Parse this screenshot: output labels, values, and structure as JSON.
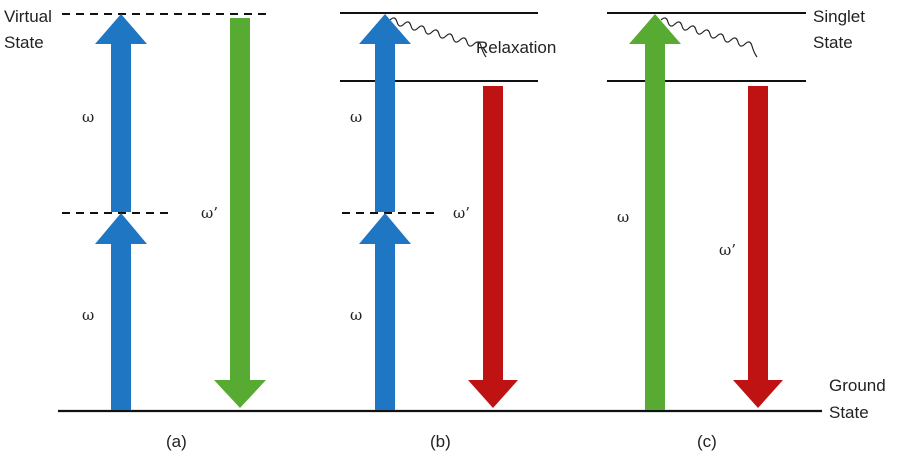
{
  "labels": {
    "virtual_state_line1": "Virtual",
    "virtual_state_line2": "State",
    "singlet_state_line1": "Singlet",
    "singlet_state_line2": "State",
    "ground_state_line1": "Ground",
    "ground_state_line2": "State",
    "relaxation": "Relaxation"
  },
  "panels": {
    "a": {
      "caption": "(a)",
      "omega_lower": "ω",
      "omega_upper": "ω",
      "omega_prime": "ω’"
    },
    "b": {
      "caption": "(b)",
      "omega_lower": "ω",
      "omega_upper": "ω",
      "omega_prime": "ω’"
    },
    "c": {
      "caption": "(c)",
      "omega": "ω",
      "omega_prime": "ω’"
    }
  },
  "colors": {
    "blue": "#1f77c4",
    "green": "#57ab32",
    "red": "#bf1212",
    "line": "#111111"
  }
}
